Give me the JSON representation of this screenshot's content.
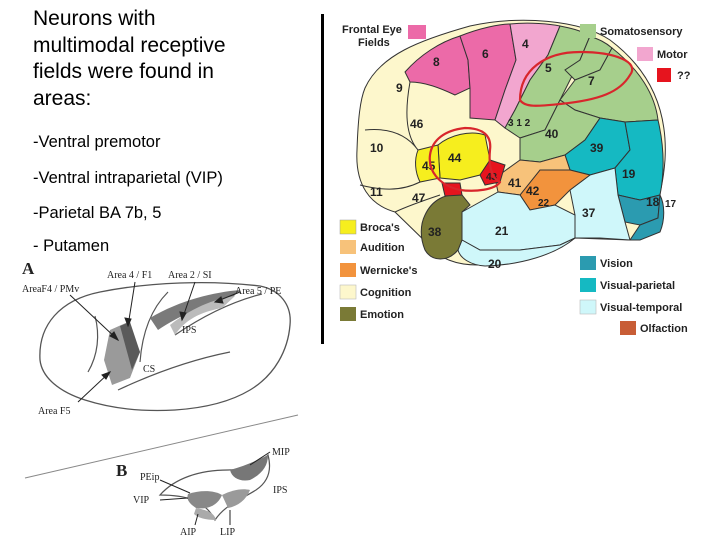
{
  "slide": {
    "heading_lines": [
      "Neurons with",
      "multimodal receptive",
      "fields were found in",
      "areas:"
    ],
    "bullets": [
      "-Ventral premotor",
      "-Ventral intraparietal (VIP)",
      "-Parietal BA 7b, 5",
      "- Putamen"
    ]
  },
  "brain_map": {
    "legend_top": [
      {
        "label_lines": [
          "Frontal Eye",
          "Fields"
        ],
        "color": "#ec6aa8"
      },
      {
        "label_lines": [
          "Somatosensory"
        ],
        "color": "#a6cf8c"
      },
      {
        "label_lines": [
          "Motor"
        ],
        "color": "#f2a6cf"
      },
      {
        "label_lines": [
          "??"
        ],
        "color": "#e6141e"
      }
    ],
    "legend_bottom_left": [
      {
        "label": "Broca's",
        "color": "#f6ee1e"
      },
      {
        "label": "Audition",
        "color": "#f7c27a"
      },
      {
        "label": "Wernicke's",
        "color": "#f2933d"
      },
      {
        "label": "Cognition",
        "color": "#fdf7cc"
      },
      {
        "label": "Emotion",
        "color": "#7a7a36"
      }
    ],
    "legend_bottom_right": [
      {
        "label": "Vision",
        "color": "#2b9bb0"
      },
      {
        "label": "Visual-parietal",
        "color": "#15b9c2"
      },
      {
        "label": "Visual-temporal",
        "color": "#cff7fa"
      },
      {
        "label": "Olfaction",
        "color": "#c85d36"
      }
    ],
    "area_numbers": [
      "4",
      "6",
      "8",
      "9",
      "5",
      "7",
      "46",
      "3 1 2",
      "40",
      "10",
      "39",
      "45",
      "44",
      "43",
      "41",
      "42",
      "19",
      "11",
      "47",
      "22",
      "18",
      "17",
      "38",
      "21",
      "37",
      "20"
    ]
  },
  "monkey_diagram": {
    "panel_a": "A",
    "panel_b": "B",
    "labels_a": [
      "AreaF4 / PMv",
      "Area 4 / F1",
      "Area 2 / SI",
      "Area 5 / PE",
      "IPS",
      "CS",
      "Area F5"
    ],
    "labels_b": [
      "MIP",
      "PEip",
      "IPS",
      "VIP",
      "AIP",
      "LIP"
    ]
  },
  "colors": {
    "annotation_red": "#d8262c",
    "divider": "#000000"
  }
}
